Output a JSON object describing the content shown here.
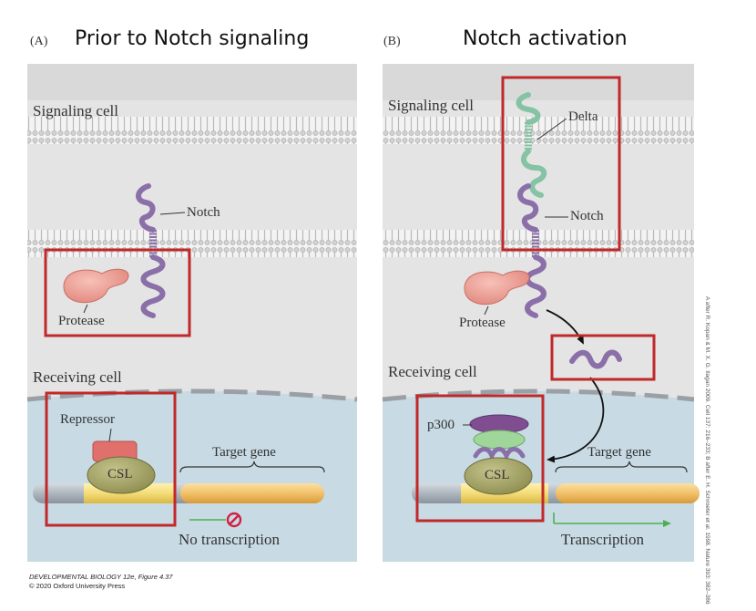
{
  "panel_a": {
    "letter": "(A)",
    "title": "Prior to Notch signaling",
    "signaling_cell": "Signaling cell",
    "notch": "Notch",
    "protease": "Protease",
    "receiving_cell": "Receiving cell",
    "repressor": "Repressor",
    "target_gene": "Target gene",
    "csl": "CSL",
    "no_transcription": "No transcription"
  },
  "panel_b": {
    "letter": "(B)",
    "title": "Notch activation",
    "signaling_cell": "Signaling cell",
    "delta": "Delta",
    "notch": "Notch",
    "protease": "Protease",
    "receiving_cell": "Receiving cell",
    "p300": "p300",
    "target_gene": "Target gene",
    "csl": "CSL",
    "transcription": "Transcription"
  },
  "credit": {
    "line1": "DEVELOPMENTAL BIOLOGY 12e, Figure 4.37",
    "line2": "© 2020 Oxford University Press"
  },
  "side_credit": "A after R. Kopan & M. X. G. Ilagan 2009. Cell 137: 216–233; B after E. H. Schroeter et al. 1998. Nature 393: 382–386",
  "colors": {
    "highlight_box": "#c0282a",
    "cytoplasm": "#e4e4e4",
    "nucleus": "#c8dbe4",
    "notch": "#8a6fa8",
    "delta": "#86c3a4",
    "protease": "#eea39a",
    "csl": "#a9a86a",
    "gene": "#f2c16a",
    "repressor": "#e0706b",
    "p300": "#8a5a9a",
    "transcription_arrow": "#4caf50",
    "no_transcription_sign": "#d02040"
  }
}
